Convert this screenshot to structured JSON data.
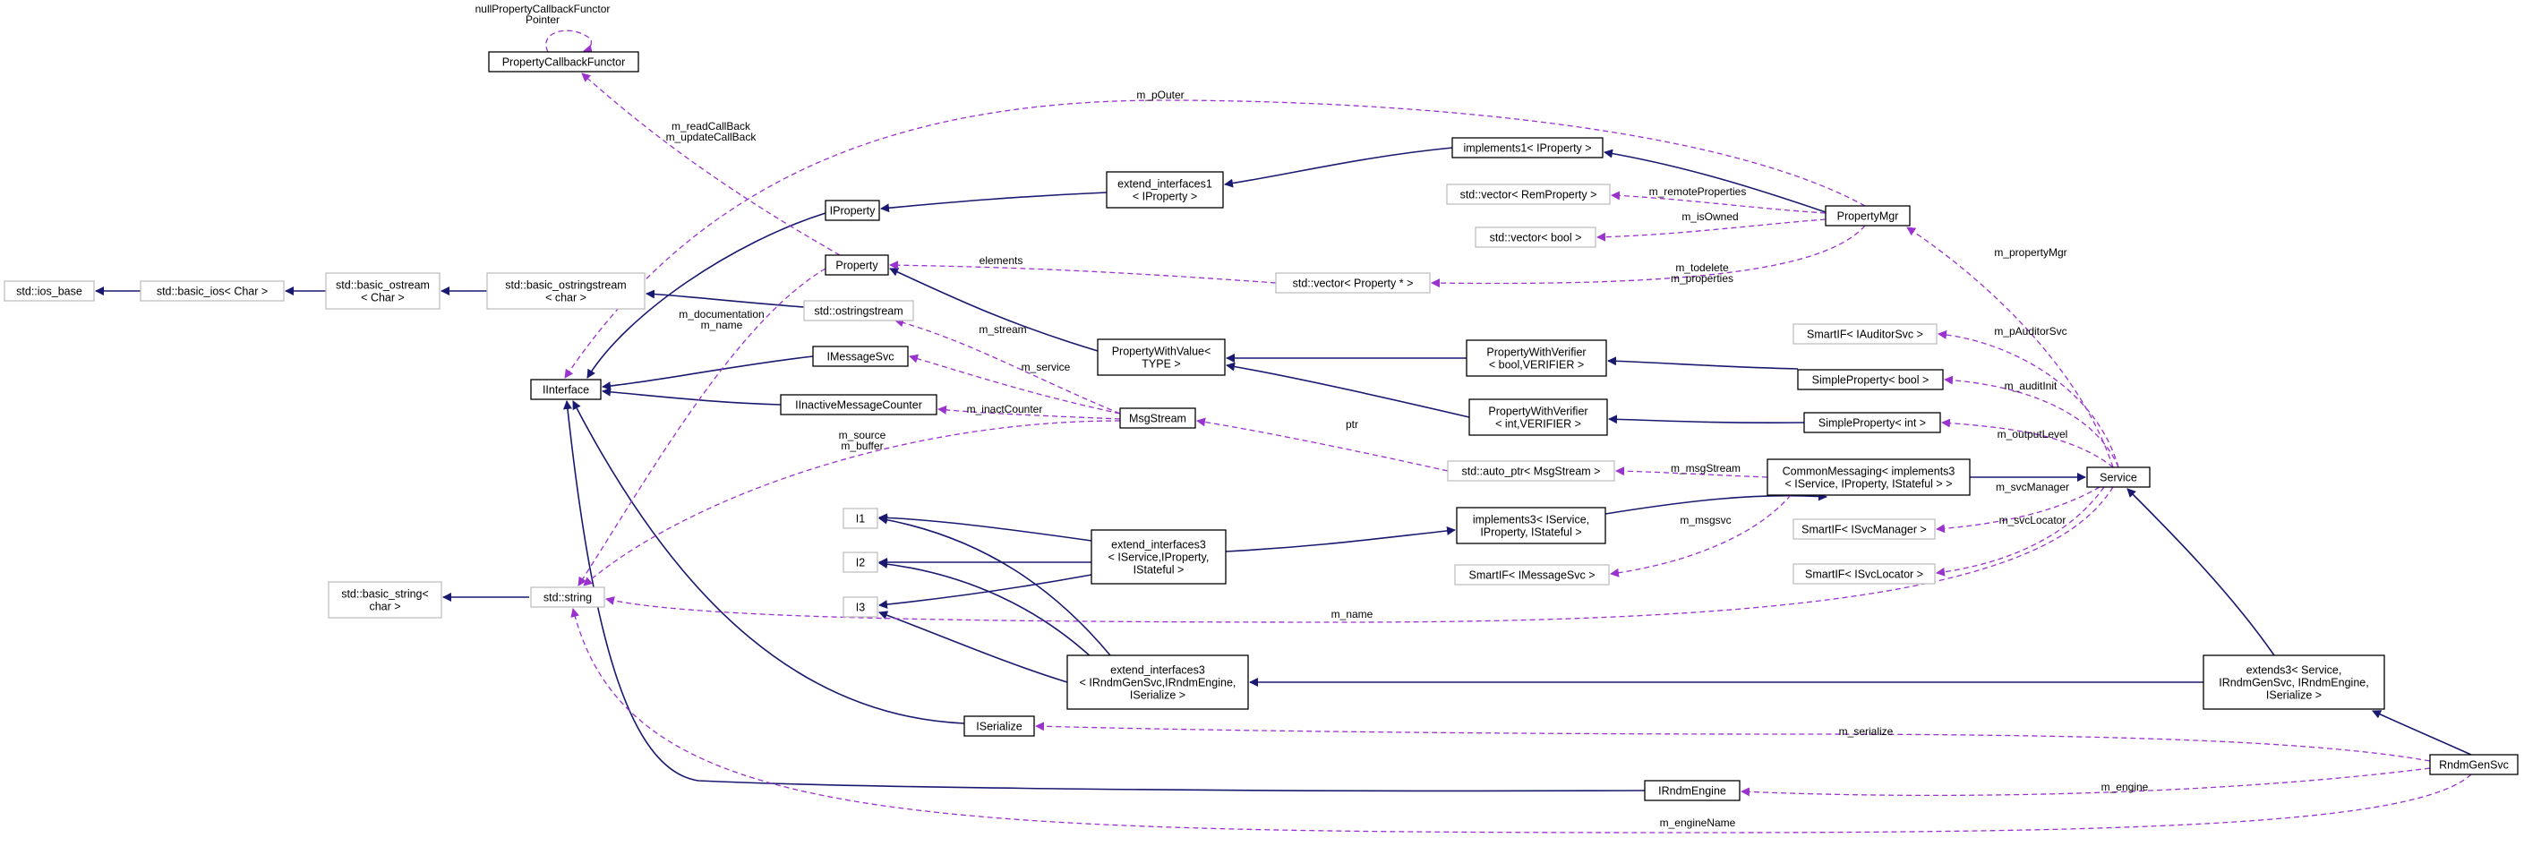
{
  "colors": {
    "inheritance_edge": "#191970",
    "collaboration_edge": "#9a32cd",
    "node_border": "#000000",
    "external_node_border": "#bfbfbf"
  },
  "nodes": [
    {
      "id": "propcbf",
      "lines": [
        "PropertyCallbackFunctor"
      ]
    },
    {
      "id": "iprop",
      "lines": [
        "IProperty"
      ]
    },
    {
      "id": "ext1",
      "lines": [
        "extend_interfaces1",
        "< IProperty >"
      ]
    },
    {
      "id": "impl1",
      "lines": [
        "implements1< IProperty >"
      ]
    },
    {
      "id": "property",
      "lines": [
        "Property"
      ]
    },
    {
      "id": "ios",
      "lines": [
        "std::ios_base"
      ]
    },
    {
      "id": "basicios",
      "lines": [
        "std::basic_ios< Char >"
      ]
    },
    {
      "id": "bostream",
      "lines": [
        "std::basic_ostream",
        "< Char >"
      ]
    },
    {
      "id": "bostringstream",
      "lines": [
        "std::basic_ostringstream",
        "< char >"
      ]
    },
    {
      "id": "ostringstream",
      "lines": [
        "std::ostringstream"
      ]
    },
    {
      "id": "iinterface",
      "lines": [
        "IInterface"
      ]
    },
    {
      "id": "imsgsvc",
      "lines": [
        "IMessageSvc"
      ]
    },
    {
      "id": "iinactive",
      "lines": [
        "IInactiveMessageCounter"
      ]
    },
    {
      "id": "msgstream",
      "lines": [
        "MsgStream"
      ]
    },
    {
      "id": "pwv",
      "lines": [
        "PropertyWithValue<",
        "TYPE >"
      ]
    },
    {
      "id": "vecremprop",
      "lines": [
        "std::vector< RemProperty >"
      ]
    },
    {
      "id": "vecbool",
      "lines": [
        "std::vector< bool >"
      ]
    },
    {
      "id": "vecprop",
      "lines": [
        "std::vector< Property * >"
      ]
    },
    {
      "id": "propmgr",
      "lines": [
        "PropertyMgr"
      ]
    },
    {
      "id": "pwvbool",
      "lines": [
        "PropertyWithVerifier",
        "< bool,VERIFIER >"
      ]
    },
    {
      "id": "pwvint",
      "lines": [
        "PropertyWithVerifier",
        "< int,VERIFIER >"
      ]
    },
    {
      "id": "spbool",
      "lines": [
        "SimpleProperty< bool >"
      ]
    },
    {
      "id": "spint",
      "lines": [
        "SimpleProperty< int >"
      ]
    },
    {
      "id": "siauditor",
      "lines": [
        "SmartIF< IAuditorSvc >"
      ]
    },
    {
      "id": "autoptr",
      "lines": [
        "std::auto_ptr< MsgStream >"
      ]
    },
    {
      "id": "commsg",
      "lines": [
        "CommonMessaging< implements3",
        "< IService, IProperty, IStateful > >"
      ]
    },
    {
      "id": "service",
      "lines": [
        "Service"
      ]
    },
    {
      "id": "impl3",
      "lines": [
        "implements3< IService,",
        "IProperty, IStateful >"
      ]
    },
    {
      "id": "simsgsvc",
      "lines": [
        "SmartIF< IMessageSvc >"
      ]
    },
    {
      "id": "sisvcmgr",
      "lines": [
        "SmartIF< ISvcManager >"
      ]
    },
    {
      "id": "sisvcloc",
      "lines": [
        "SmartIF< ISvcLocator >"
      ]
    },
    {
      "id": "i1",
      "lines": [
        "I1"
      ]
    },
    {
      "id": "i2",
      "lines": [
        "I2"
      ]
    },
    {
      "id": "i3",
      "lines": [
        "I3"
      ]
    },
    {
      "id": "ext3a",
      "lines": [
        "extend_interfaces3",
        "< IService,IProperty,",
        "IStateful >"
      ]
    },
    {
      "id": "bstring",
      "lines": [
        "std::basic_string<",
        "char >"
      ]
    },
    {
      "id": "stdstring",
      "lines": [
        "std::string"
      ]
    },
    {
      "id": "ext3b",
      "lines": [
        "extend_interfaces3",
        "< IRndmGenSvc,IRndmEngine,",
        "ISerialize >"
      ]
    },
    {
      "id": "extends3",
      "lines": [
        "extends3< Service,",
        "IRndmGenSvc, IRndmEngine,",
        "ISerialize >"
      ]
    },
    {
      "id": "iserialize",
      "lines": [
        "ISerialize"
      ]
    },
    {
      "id": "irndmengine",
      "lines": [
        "IRndmEngine"
      ]
    },
    {
      "id": "rndmgensvc",
      "lines": [
        "RndmGenSvc"
      ]
    }
  ],
  "edge_labels": [
    {
      "id": "nullptr",
      "lines": [
        "nullPropertyCallbackFunctor",
        "Pointer"
      ]
    },
    {
      "id": "readcb",
      "lines": [
        "m_readCallBack",
        "m_updateCallBack"
      ]
    },
    {
      "id": "pouter",
      "lines": [
        "m_pOuter"
      ]
    },
    {
      "id": "remote",
      "lines": [
        "m_remoteProperties"
      ]
    },
    {
      "id": "isowned",
      "lines": [
        "m_isOwned"
      ]
    },
    {
      "id": "todelete",
      "lines": [
        "m_todelete",
        "m_properties"
      ]
    },
    {
      "id": "elements",
      "lines": [
        "elements"
      ]
    },
    {
      "id": "propmgrlbl",
      "lines": [
        "m_propertyMgr"
      ]
    },
    {
      "id": "doc",
      "lines": [
        "m_documentation",
        "m_name"
      ]
    },
    {
      "id": "stream",
      "lines": [
        "m_stream"
      ]
    },
    {
      "id": "service",
      "lines": [
        "m_service"
      ]
    },
    {
      "id": "inact",
      "lines": [
        "m_inactCounter"
      ]
    },
    {
      "id": "source",
      "lines": [
        "m_source",
        "m_buffer"
      ]
    },
    {
      "id": "ptr",
      "lines": [
        "ptr"
      ]
    },
    {
      "id": "pauditor",
      "lines": [
        "m_pAuditorSvc"
      ]
    },
    {
      "id": "auditinit",
      "lines": [
        "m_auditInit"
      ]
    },
    {
      "id": "outputlevel",
      "lines": [
        "m_outputLevel"
      ]
    },
    {
      "id": "msgstreamlbl",
      "lines": [
        "m_msgStream"
      ]
    },
    {
      "id": "svcmanager",
      "lines": [
        "m_svcManager"
      ]
    },
    {
      "id": "msgsvc",
      "lines": [
        "m_msgsvc"
      ]
    },
    {
      "id": "svclocator",
      "lines": [
        "m_svcLocator"
      ]
    },
    {
      "id": "mname",
      "lines": [
        "m_name"
      ]
    },
    {
      "id": "serialize",
      "lines": [
        "m_serialize"
      ]
    },
    {
      "id": "engine",
      "lines": [
        "m_engine"
      ]
    },
    {
      "id": "enginename",
      "lines": [
        "m_engineName"
      ]
    }
  ]
}
